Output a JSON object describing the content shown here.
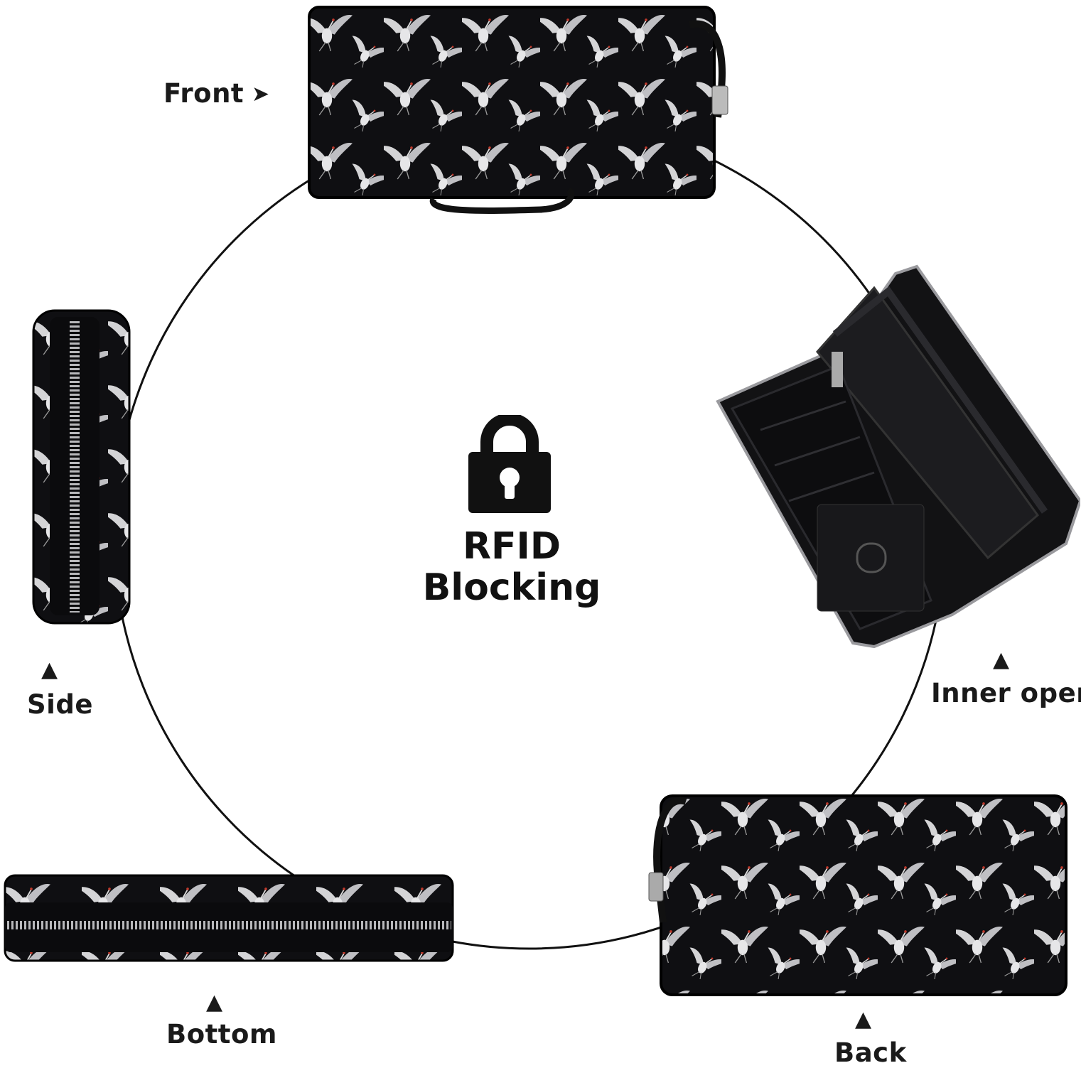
{
  "center": {
    "icon": "lock-icon",
    "line1": "RFID",
    "line2": "Blocking"
  },
  "views": {
    "front": "Front",
    "side": "Side",
    "inner_open": "Inner open",
    "bottom": "Bottom",
    "back": "Back"
  },
  "product": {
    "color_base": "#0f0f12",
    "color_print": "#c9c9cc",
    "pattern": "white crane print"
  }
}
